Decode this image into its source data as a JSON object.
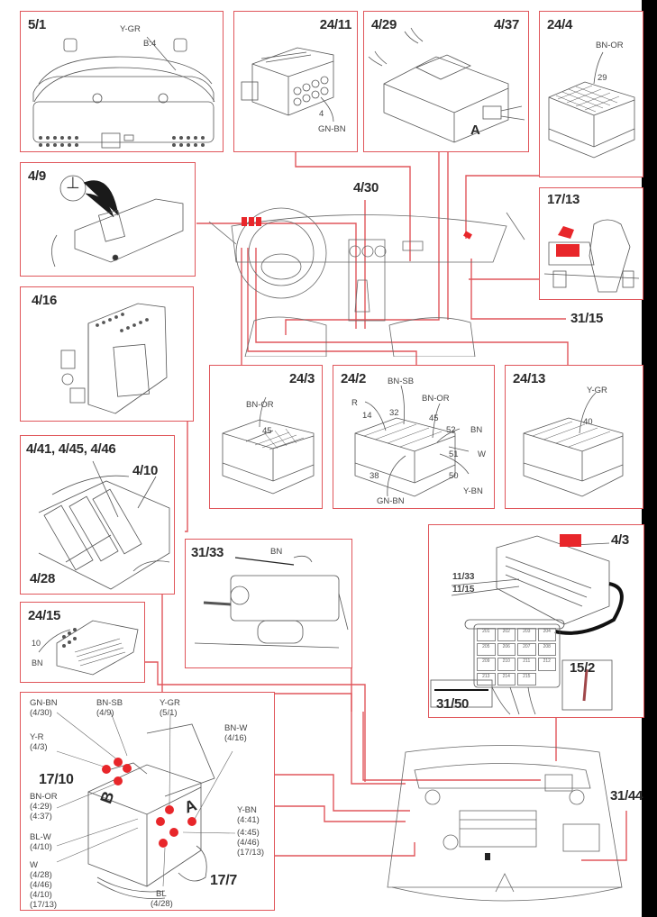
{
  "diagram": {
    "type": "component-location-diagram",
    "accent_color": "#e0565b",
    "highlight_color": "#e8262a",
    "center_view": {
      "title": "4/30",
      "description": "passenger compartment dashboard view"
    },
    "engine_view": {
      "title": "31/44",
      "description": "engine compartment view"
    },
    "free_labels": {
      "ground_31_15": "31/15"
    },
    "panels": {
      "p5_1": {
        "title": "5/1",
        "labels": [
          "Y-GR",
          "B:4"
        ]
      },
      "p24_11": {
        "title": "24/11",
        "labels": [
          "4",
          "GN-BN"
        ]
      },
      "p4_29": {
        "title": "4/29",
        "title2": "4/37",
        "labels": [
          "A"
        ]
      },
      "p24_4": {
        "title": "24/4",
        "labels": [
          "BN-OR",
          "29"
        ]
      },
      "p4_9": {
        "title": "4/9",
        "ground_symbol": "⊥"
      },
      "p17_13": {
        "title": "17/13"
      },
      "p4_16": {
        "title": "4/16"
      },
      "p24_3": {
        "title": "24/3",
        "labels": [
          "BN-OR",
          "45"
        ]
      },
      "p24_2": {
        "title": "24/2",
        "labels": [
          "BN-SB",
          "BN-OR",
          "R",
          "14",
          "32",
          "45",
          "52",
          "BN",
          "51",
          "W",
          "50",
          "38",
          "GN-BN",
          "Y-BN"
        ]
      },
      "p24_13": {
        "title": "24/13",
        "labels": [
          "Y-GR",
          "40"
        ]
      },
      "p4_41": {
        "title": "4/41, 4/45, 4/46",
        "labels": [
          "4/10",
          "4/28"
        ]
      },
      "p24_15": {
        "title": "24/15",
        "labels": [
          "10",
          "BN"
        ]
      },
      "p31_33": {
        "title": "31/33",
        "labels": [
          "BN"
        ]
      },
      "p4_3": {
        "title": "4/3",
        "labels": [
          "11/33",
          "11/15",
          "15/2",
          "31/50"
        ],
        "relay_positions": [
          "201",
          "202",
          "203",
          "204",
          "205",
          "206",
          "207",
          "208",
          "209",
          "210",
          "211",
          "212",
          "213",
          "214",
          "215"
        ]
      },
      "p17_10": {
        "title": "17/10",
        "title2": "17/7",
        "connector_a": "A",
        "connector_b": "B",
        "callouts": {
          "gn_bn": {
            "color": "GN-BN",
            "ref": "(4/30)"
          },
          "bn_sb": {
            "color": "BN-SB",
            "ref": "(4/9)"
          },
          "y_gr": {
            "color": "Y-GR",
            "ref": "(5/1)"
          },
          "bn_w": {
            "color": "BN-W",
            "ref": "(4/16)"
          },
          "y_r": {
            "color": "Y-R",
            "ref": "(4/3)"
          },
          "bn_or": {
            "color": "BN-OR",
            "ref1": "(4:29)",
            "ref2": "(4:37)"
          },
          "bl_w": {
            "color": "BL-W",
            "ref": "(4/10)"
          },
          "w": {
            "color": "W",
            "ref1": "(4/28)",
            "ref2": "(4/46)",
            "ref3": "(4/10)",
            "ref4": "(17/13)"
          },
          "y_bn": {
            "color": "Y-BN",
            "ref1": "(4:41)",
            "ref2": "(4:45)",
            "ref3": "(4/46)",
            "ref4": "(17/13)"
          },
          "bl": {
            "color": "BL",
            "ref": "(4/28)"
          }
        }
      }
    }
  }
}
